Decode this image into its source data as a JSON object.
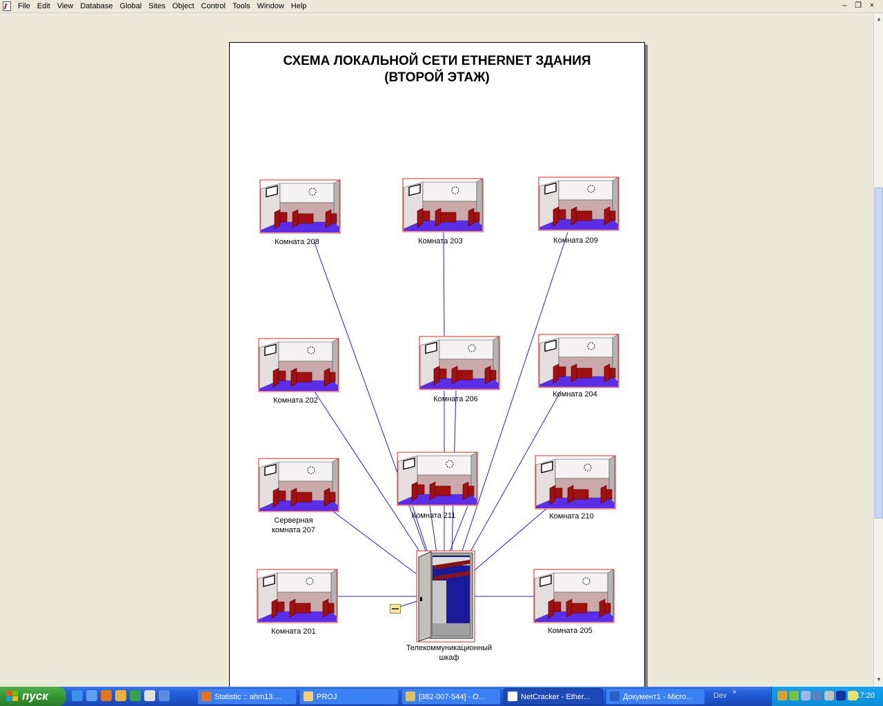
{
  "menu": {
    "items": [
      "File",
      "Edit",
      "View",
      "Database",
      "Global",
      "Sites",
      "Object",
      "Control",
      "Tools",
      "Window",
      "Help"
    ]
  },
  "window_controls": {
    "minimize": "–",
    "restore": "❐",
    "close": "×"
  },
  "diagram": {
    "title_line1": "СХЕМА ЛОКАЛЬНОЙ СЕТИ ETHERNET ЗДАНИЯ",
    "title_line2": "(ВТОРОЙ ЭТАЖ)",
    "rooms": {
      "r208": "Комната 208",
      "r203": "Комната 203",
      "r209": "Комната 209",
      "r202": "Комната 202",
      "r206": "Комната 206",
      "r204": "Комната 204",
      "r207_line1": "Серверная",
      "r207_line2": "комната 207",
      "r211": "Комната 211",
      "r210": "Комната 210",
      "r201": "Комната 201",
      "r205": "Комната 205"
    },
    "cabinet_line1": "Телекоммуникационный",
    "cabinet_line2": "шкаф",
    "colors": {
      "link": "#2020c8",
      "wall": "#c9a9a9",
      "floor": "#5a2ee8",
      "chair": "#a01010",
      "frame": "#e02020"
    }
  },
  "taskbar": {
    "start_label": "пуск",
    "buttons": [
      "Statistic :: ahm13....",
      "PROJ",
      "[382-007-544] - О...",
      "NetCracker - Ether...",
      "Документ1 - Micro..."
    ],
    "dev_label": "Dev",
    "clock": "17:20"
  }
}
